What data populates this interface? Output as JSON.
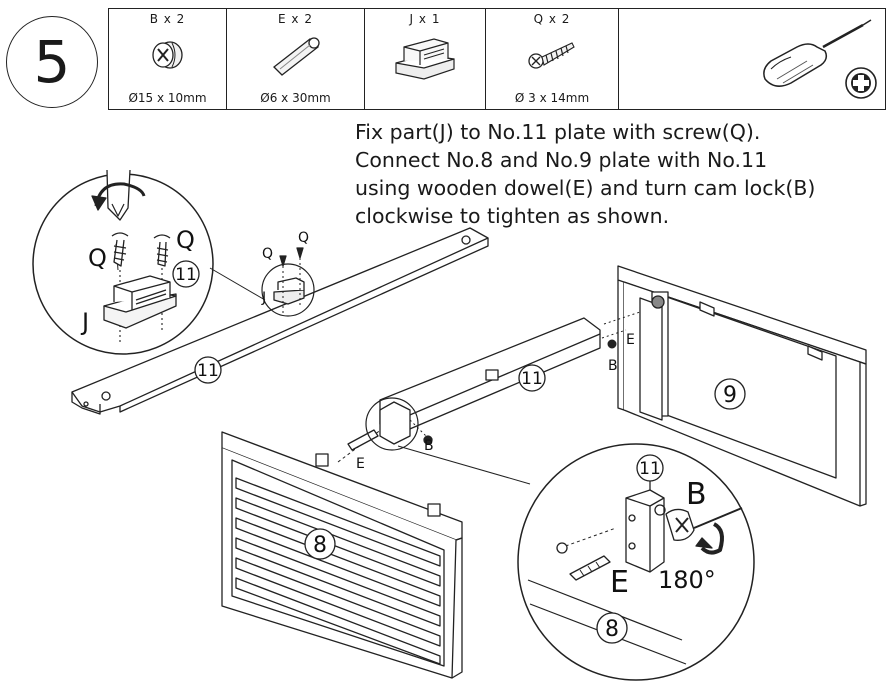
{
  "step_number": "5",
  "parts": [
    {
      "qty": "B x 2",
      "size": "Ø15 x 10mm",
      "icon": "cam-lock-icon"
    },
    {
      "qty": "E x 2",
      "size": "Ø6 x 30mm",
      "icon": "wooden-dowel-icon"
    },
    {
      "qty": "J x 1",
      "size": "",
      "icon": "magnetic-catch-icon"
    },
    {
      "qty": "Q x 2",
      "size": "Ø 3 x 14mm",
      "icon": "screw-icon"
    },
    {
      "qty": "",
      "size": "",
      "icon": "phillips-screwdriver-icon"
    }
  ],
  "instructions": [
    "Fix part(J) to No.11 plate with screw(Q).",
    "Connect No.8 and No.9 plate with No.11",
    "using wooden dowel(E) and turn cam lock(B)",
    "clockwise to tighten as shown."
  ],
  "labels": {
    "q": "Q",
    "j": "J",
    "e": "E",
    "b": "B",
    "plate_11": "11",
    "plate_8": "8",
    "plate_9": "9",
    "rotation": "180°"
  }
}
